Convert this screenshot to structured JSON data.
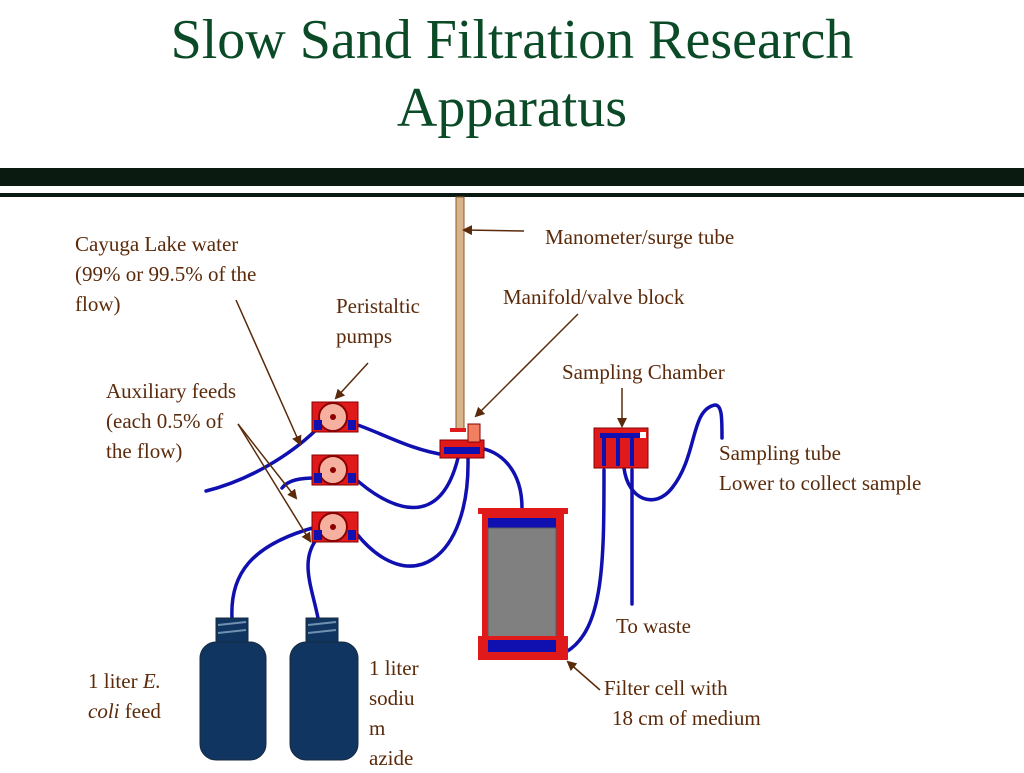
{
  "title_line1": "Slow Sand Filtration Research",
  "title_line2": "Apparatus",
  "colors": {
    "title": "#0b4a26",
    "label": "#5a2a0a",
    "tubing": "#1010b0",
    "pump": "#e01a1a",
    "bottle": "#0f3560",
    "filter_media": "#808080"
  },
  "labels": {
    "manometer": "Manometer/surge tube",
    "manifold": "Manifold/valve block",
    "sampling_chamber": "Sampling Chamber",
    "lake_line1": "Cayuga Lake water",
    "lake_line2": "(99% or 99.5% of the",
    "lake_line3": "flow)",
    "pumps_line1": "Peristaltic",
    "pumps_line2": "pumps",
    "aux_line1": "Auxiliary feeds",
    "aux_line2": "(each 0.5% of",
    "aux_line3": "the flow)",
    "sampling_tube_line1": "Sampling tube",
    "sampling_tube_line2": "Lower to collect sample",
    "to_waste": "To waste",
    "ecoli_line1_prefix": "1 liter ",
    "ecoli_line1_italic": "E.",
    "ecoli_line2_italic": "coli",
    "ecoli_line2_suffix": " feed",
    "azide_line1": "1 liter",
    "azide_line2": "sodiu",
    "azide_line3": "m",
    "azide_line4": "azide",
    "filter_line1": "Filter cell with",
    "filter_line2": "18 cm of medium"
  }
}
